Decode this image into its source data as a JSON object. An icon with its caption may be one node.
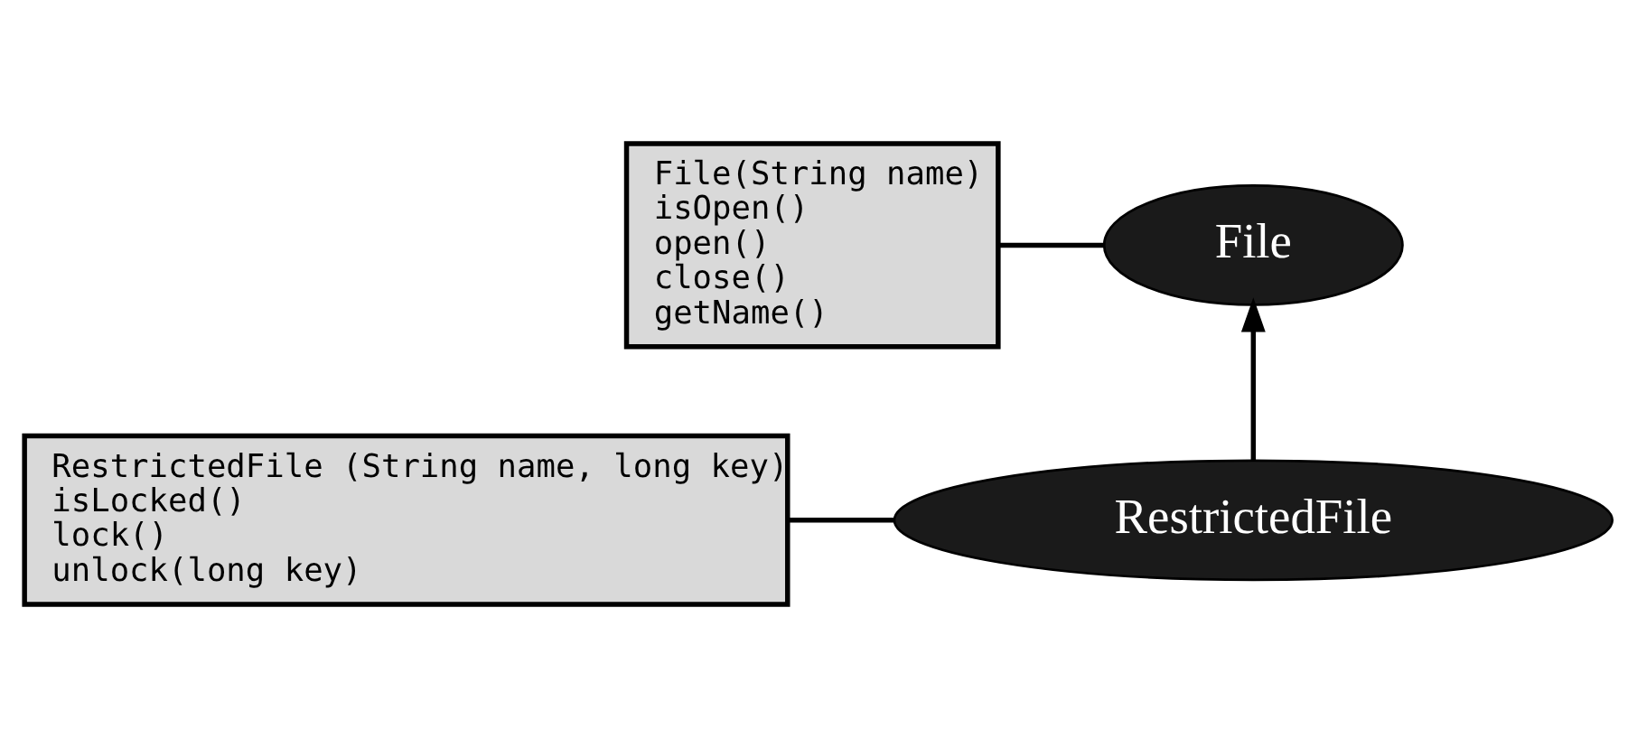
{
  "diagram": {
    "nodes": [
      {
        "text": [
          "File"
        ]
      },
      {
        "text": [
          "File(String name)",
          "isOpen()",
          "open()",
          "close()",
          "getName()"
        ]
      },
      {
        "text": [
          "RestrictedFile"
        ]
      },
      {
        "text": [
          "RestrictedFile (String name, long key)",
          "isLocked()",
          "lock()",
          "unlock(long key)"
        ]
      }
    ],
    "edges": [
      {
        "from": 1,
        "to": 0,
        "arrow": "none"
      },
      {
        "from": 2,
        "to": 0,
        "arrow": "to"
      },
      {
        "from": 3,
        "to": 2,
        "arrow": "none"
      }
    ]
  }
}
